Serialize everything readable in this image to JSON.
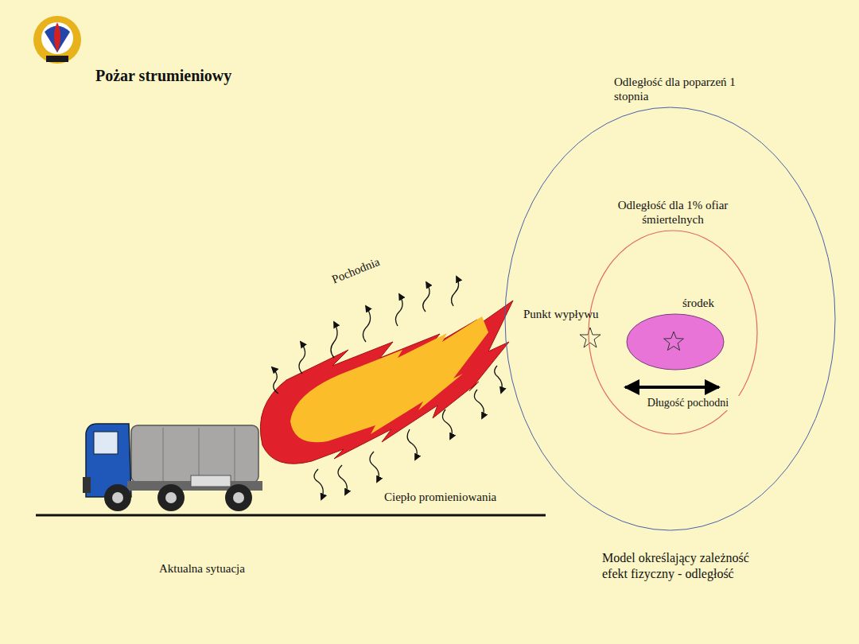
{
  "diagram": {
    "title": "Pożar strumieniowy",
    "nodes": [
      {
        "text": [
          "Odległość dla poparzeń 1 stopnia"
        ]
      },
      {
        "text": [
          "Odległość dla 1% ofiar śmiertelnych"
        ],
        "in": 0
      },
      {
        "text": [
          "środek"
        ],
        "in": 1
      }
    ],
    "labels": [
      "Pochodnia",
      "Ciepło promieniowania",
      "Aktualna sytuacja",
      "Punkt wypływu",
      "Długość pochodni",
      "Model określający zależność efekt fizyczny - odległość"
    ]
  }
}
